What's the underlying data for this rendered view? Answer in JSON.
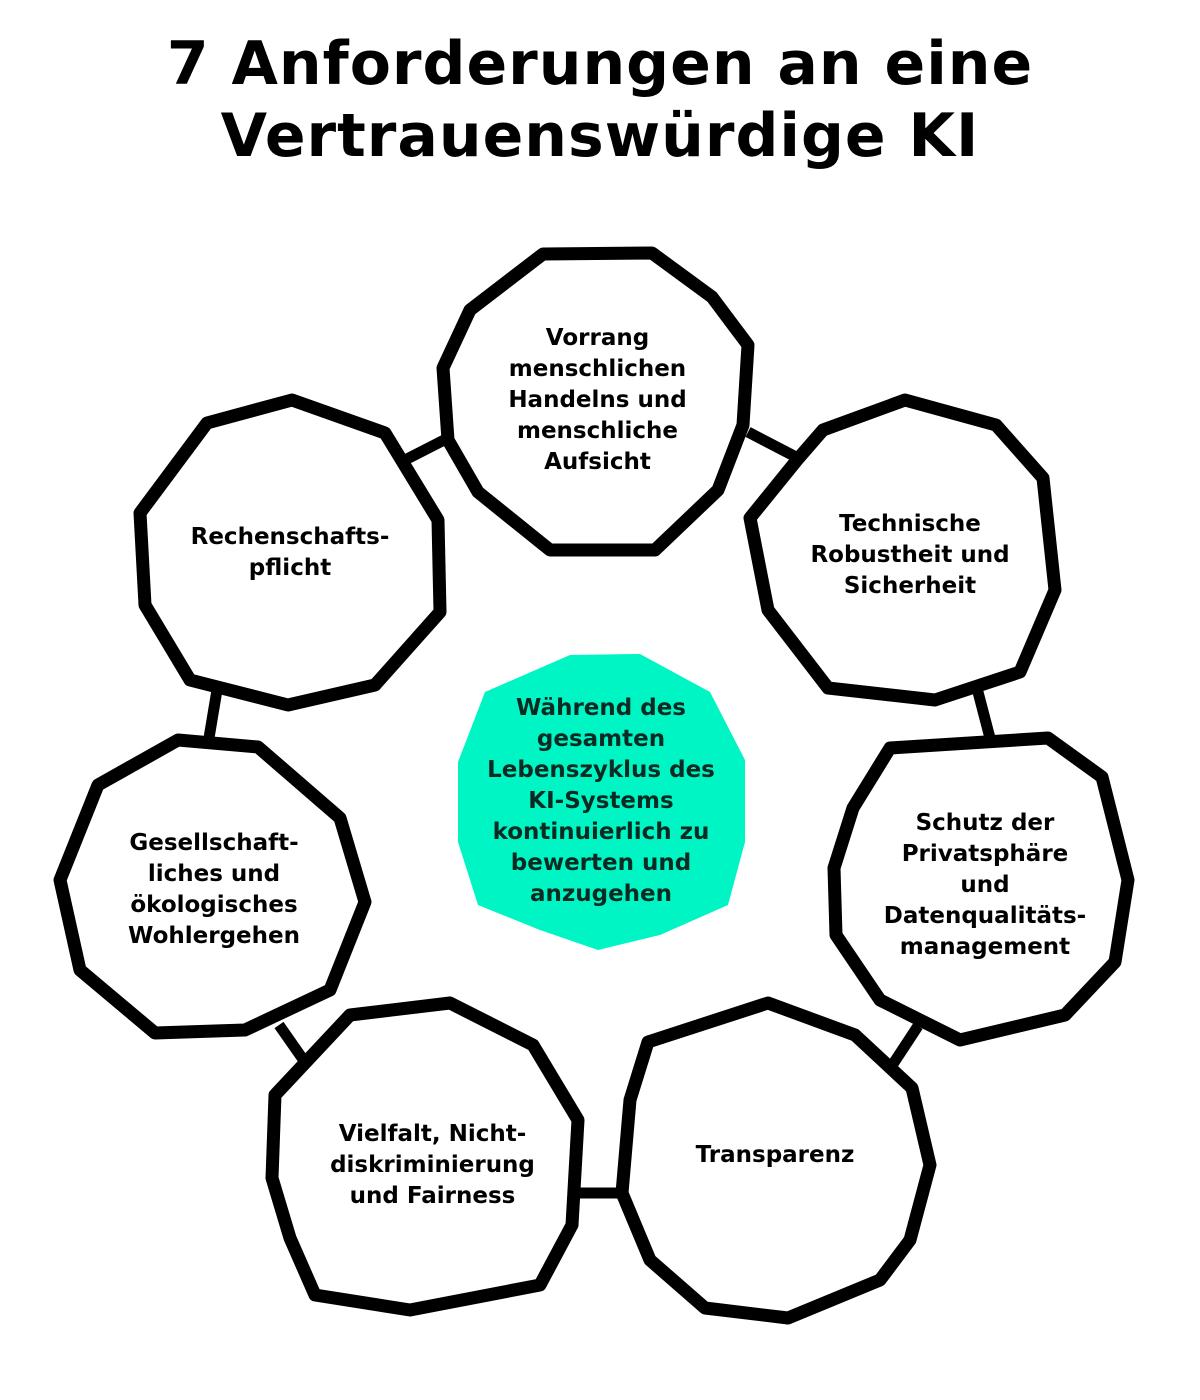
{
  "title": {
    "line1": "7 Anforderungen an eine",
    "line2": "Vertrauenswürdige KI"
  },
  "center": {
    "label": "Während des\ngesamten\nLebenszyklus des\nKI-Systems\nkontinuierlich zu\nbewerten und\nanzugehen",
    "color": "#00f5c4"
  },
  "requirements": [
    {
      "id": "vorrang",
      "label": "Vorrang\nmenschlichen\nHandelns und\nmenschliche\nAufsicht"
    },
    {
      "id": "technik",
      "label": "Technische\nRobustheit und\nSicherheit"
    },
    {
      "id": "privat",
      "label": "Schutz der\nPrivatsphäre\nund\nDatenqualitäts-\nmanagement"
    },
    {
      "id": "transparenz",
      "label": "Transparenz"
    },
    {
      "id": "vielfalt",
      "label": "Vielfalt, Nicht-\ndiskriminierung\nund Fairness"
    },
    {
      "id": "gesellschaft",
      "label": "Gesellschaft-\nliches und\nökologisches\nWohlergehen"
    },
    {
      "id": "rechenschaft",
      "label": "Rechenschafts-\npflicht"
    }
  ],
  "colors": {
    "stroke": "#000000",
    "background": "#ffffff",
    "accent": "#00f5c4"
  }
}
